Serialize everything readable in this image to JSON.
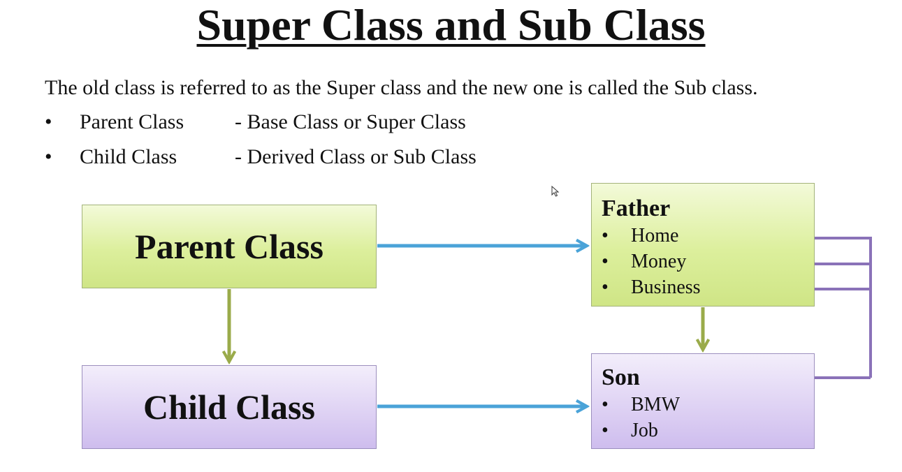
{
  "title": "Super Class and Sub Class",
  "intro": "The old class is referred to as the Super class and the new one is called the Sub class.",
  "definitions": [
    {
      "bullet": "•",
      "term": "Parent Class",
      "description": "- Base Class or Super Class"
    },
    {
      "bullet": "•",
      "term": "Child Class",
      "description": "- Derived Class or Sub Class"
    }
  ],
  "diagram": {
    "parent_label": "Parent Class",
    "child_label": "Child Class",
    "father": {
      "title": "Father",
      "items": [
        "Home",
        "Money",
        "Business"
      ]
    },
    "son": {
      "title": "Son",
      "items": [
        "BMW",
        "Job"
      ]
    },
    "bullet": "•"
  },
  "colors": {
    "box_green": "#d9ee9c",
    "box_purple": "#dccff2",
    "arrow_blue": "#4aa3d8",
    "arrow_olive": "#9aab4a",
    "arrow_purple": "#8a72b8"
  }
}
